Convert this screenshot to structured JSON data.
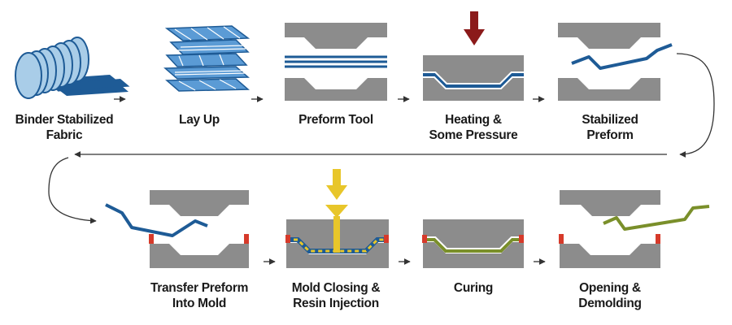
{
  "colors": {
    "tool_gray": "#8c8c8c",
    "fabric_blue": "#1e5b96",
    "fabric_light_blue": "#a9cde8",
    "stack_blue": "#5b9bd5",
    "heat_arrow": "#8b1a1a",
    "resin_yellow": "#e8c62a",
    "cured_green": "#7a8f2a",
    "seal_red": "#d63a2a",
    "connector": "#333333"
  },
  "steps": [
    {
      "id": "binder-stabilized-fabric",
      "lines": [
        "Binder Stabilized",
        "Fabric"
      ]
    },
    {
      "id": "lay-up",
      "lines": [
        "Lay Up"
      ]
    },
    {
      "id": "preform-tool",
      "lines": [
        "Preform Tool"
      ]
    },
    {
      "id": "heating-some-pressure",
      "lines": [
        "Heating &",
        "Some Pressure"
      ]
    },
    {
      "id": "stabilized-preform",
      "lines": [
        "Stabilized",
        "Preform"
      ]
    },
    {
      "id": "transfer-preform-into-mold",
      "lines": [
        "Transfer Preform",
        "Into Mold"
      ]
    },
    {
      "id": "mold-closing-resin-injection",
      "lines": [
        "Mold Closing &",
        "Resin Injection"
      ]
    },
    {
      "id": "curing",
      "lines": [
        "Curing"
      ]
    },
    {
      "id": "opening-demolding",
      "lines": [
        "Opening &",
        "Demolding"
      ]
    }
  ]
}
